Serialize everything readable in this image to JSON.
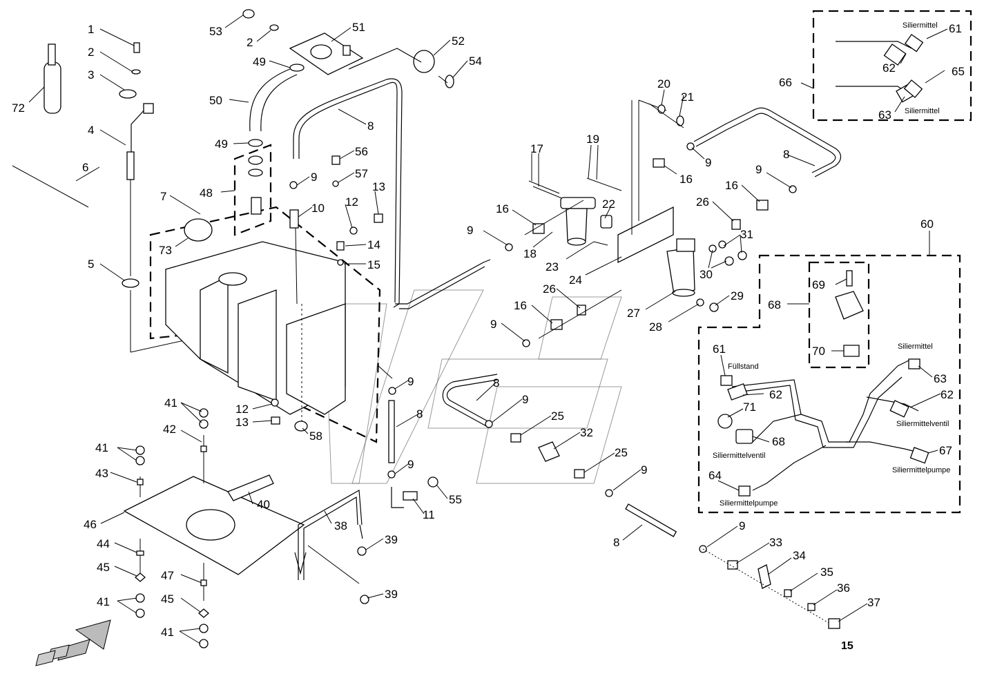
{
  "page_number": "15",
  "texts": {
    "siliermittel": "Siliermittel",
    "fuellstand": "Füllstand",
    "siliermittelventil": "Siliermittelventil",
    "siliermittelpumpe": "Siliermittelpumpe"
  },
  "callouts": [
    "1",
    "2",
    "3",
    "4",
    "5",
    "6",
    "7",
    "8",
    "9",
    "10",
    "11",
    "12",
    "13",
    "14",
    "15",
    "16",
    "17",
    "18",
    "19",
    "20",
    "21",
    "22",
    "23",
    "24",
    "25",
    "26",
    "27",
    "28",
    "29",
    "30",
    "31",
    "32",
    "33",
    "34",
    "35",
    "36",
    "37",
    "38",
    "39",
    "40",
    "41",
    "42",
    "43",
    "44",
    "45",
    "46",
    "47",
    "48",
    "49",
    "50",
    "51",
    "52",
    "53",
    "54",
    "55",
    "56",
    "57",
    "58",
    "60",
    "61",
    "62",
    "63",
    "64",
    "65",
    "66",
    "67",
    "68",
    "69",
    "70",
    "71",
    "72",
    "73"
  ]
}
